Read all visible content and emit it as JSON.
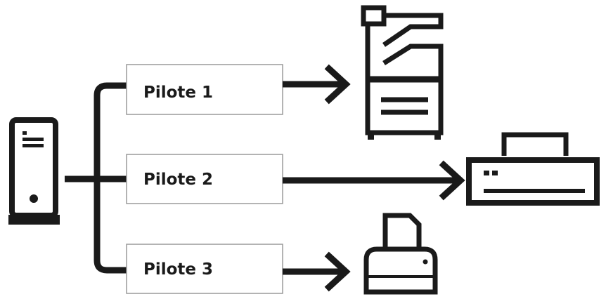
{
  "drivers": [
    {
      "label": "Pilote 1",
      "device": "multifunction-copier"
    },
    {
      "label": "Pilote 2",
      "device": "dot-matrix-printer"
    },
    {
      "label": "Pilote 3",
      "device": "inkjet-printer"
    }
  ],
  "source": {
    "device": "computer-tower"
  },
  "colors": {
    "ink": "#1a1a1a",
    "box_border": "#9a9a9a",
    "background": "#ffffff"
  }
}
